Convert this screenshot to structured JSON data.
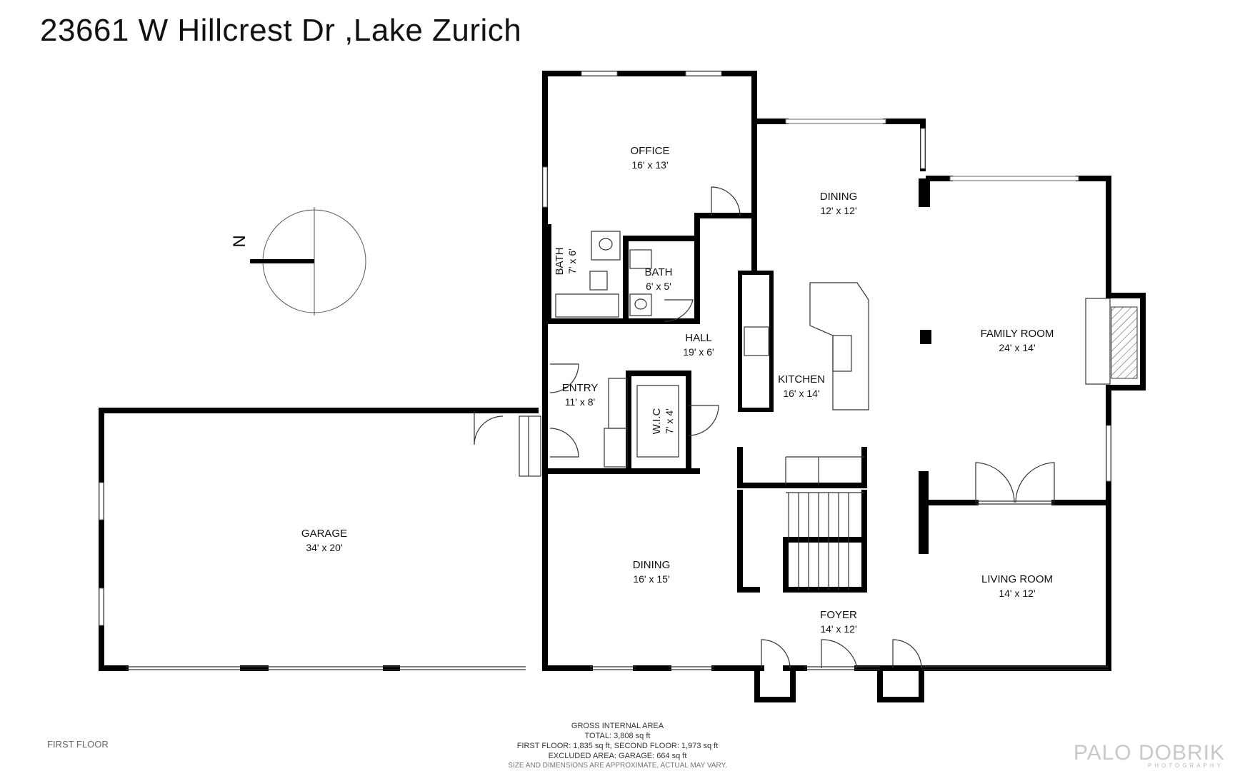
{
  "title": "23661 W Hillcrest Dr ,Lake Zurich",
  "compass": {
    "label": "N"
  },
  "rooms": [
    {
      "id": "office",
      "name": "OFFICE",
      "dims": "16' x 13'"
    },
    {
      "id": "dining-top",
      "name": "DINING",
      "dims": "12' x 12'"
    },
    {
      "id": "bath-1",
      "name": "BATH",
      "dims": "7' x 6'"
    },
    {
      "id": "bath-2",
      "name": "BATH",
      "dims": "6' x 5'"
    },
    {
      "id": "hall",
      "name": "HALL",
      "dims": "19' x 6'"
    },
    {
      "id": "entry",
      "name": "ENTRY",
      "dims": "11' x 8'"
    },
    {
      "id": "wic",
      "name": "W.I.C",
      "dims": "7' x 4'"
    },
    {
      "id": "kitchen",
      "name": "KITCHEN",
      "dims": "16' x 14'"
    },
    {
      "id": "family-room",
      "name": "FAMILY ROOM",
      "dims": "24' x 14'"
    },
    {
      "id": "garage",
      "name": "GARAGE",
      "dims": "34' x 20'"
    },
    {
      "id": "dining-bottom",
      "name": "DINING",
      "dims": "16' x 15'"
    },
    {
      "id": "living-room",
      "name": "LIVING ROOM",
      "dims": "14' x 12'"
    },
    {
      "id": "foyer",
      "name": "FOYER",
      "dims": "14' x 12'"
    }
  ],
  "footer": {
    "heading": "GROSS INTERNAL AREA",
    "total": "TOTAL: 3,808 sq ft",
    "floors": "FIRST FLOOR: 1,835 sq ft, SECOND FLOOR: 1,973 sq ft",
    "excluded": "EXCLUDED AREA: GARAGE: 664 sq ft",
    "disclaimer": "SIZE AND DIMENSIONS ARE APPROXIMATE, ACTUAL MAY VARY."
  },
  "floor_label": "FIRST FLOOR",
  "brand": {
    "name": "PALO DOBRIK",
    "sub": "PHOTOGRAPHY"
  }
}
